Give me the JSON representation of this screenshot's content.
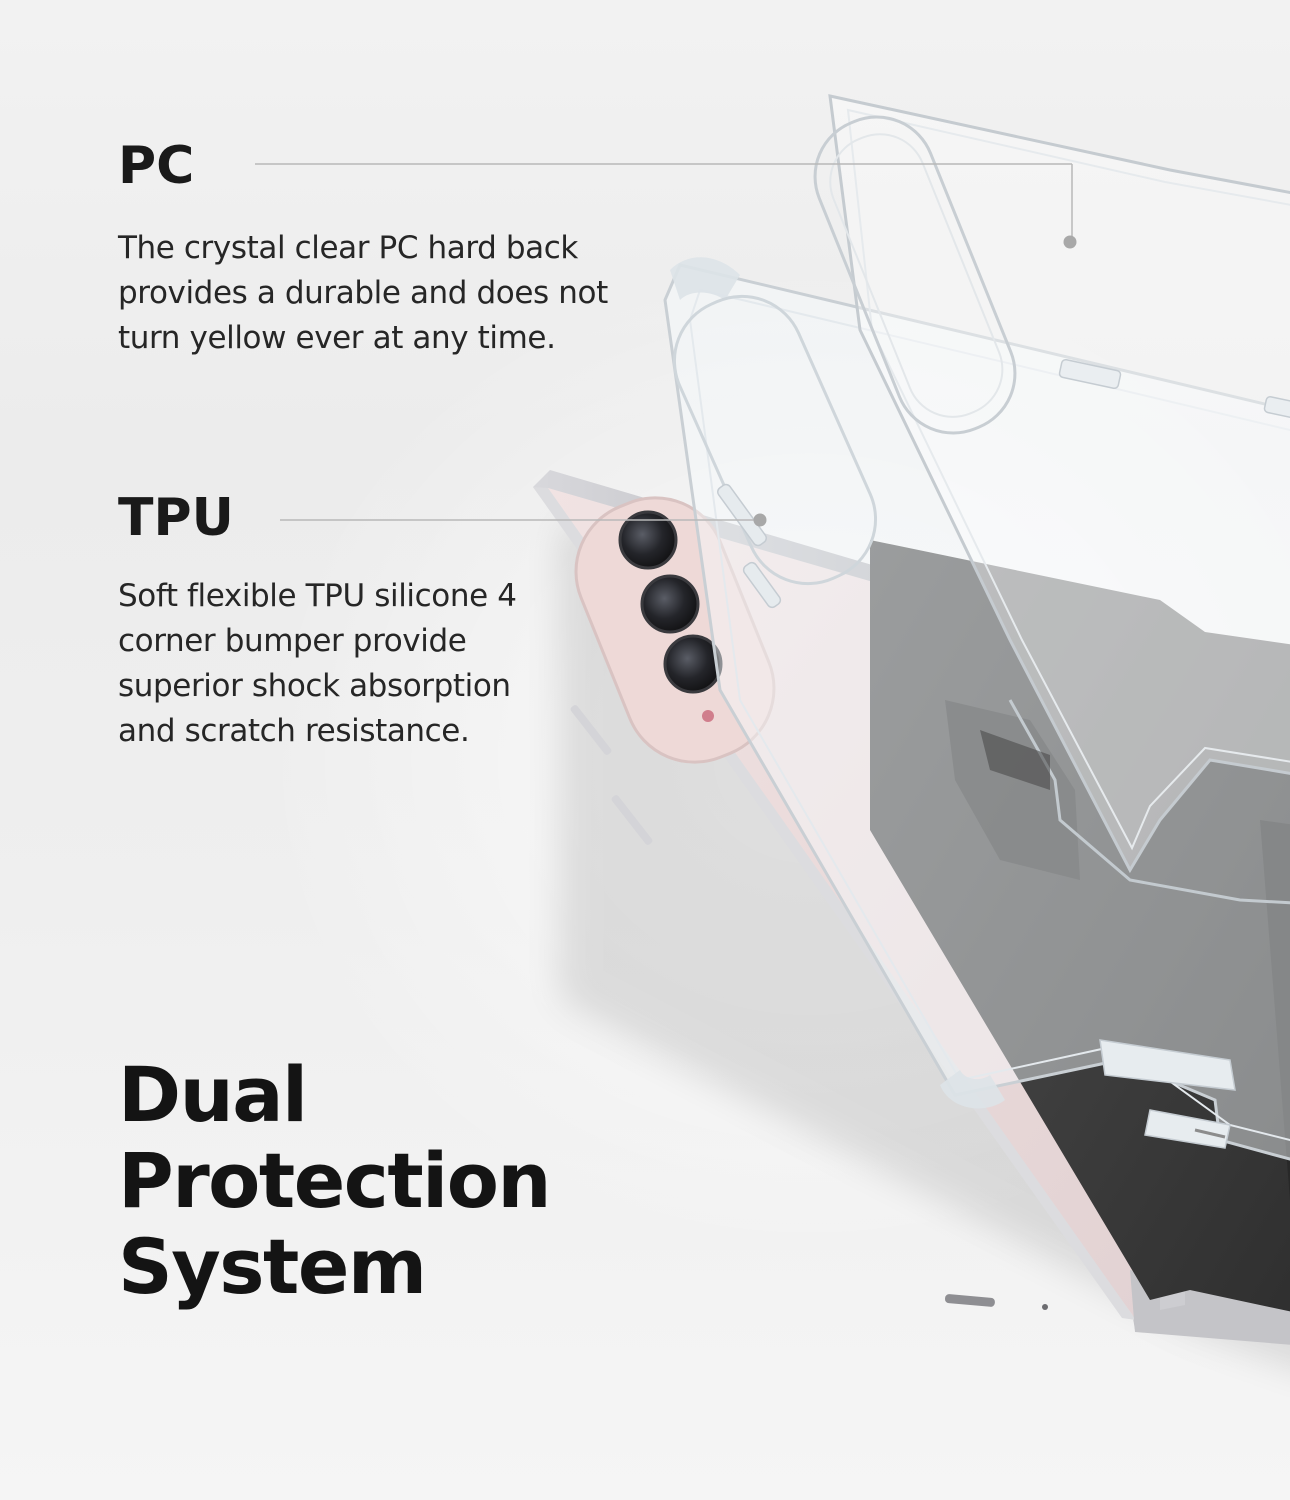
{
  "pc": {
    "title": "PC",
    "description": "The crystal clear PC hard back provides a durable and does not turn yellow ever at any time."
  },
  "tpu": {
    "title": "TPU",
    "description": "Soft flexible TPU silicone 4 corner bumper provide superior shock absorption and scratch resistance."
  },
  "headline": {
    "line1": "Dual",
    "line2": "Protection",
    "line3": "System"
  },
  "colors": {
    "background": "#efefef",
    "text": "#1a1a1a",
    "phone_body": "#ecdcdc",
    "phone_frame": "#c8c8cc",
    "camera_lens": "#2a2a2e",
    "inner_screen": "#3c3c3c",
    "clear_case": "#f4f7f9",
    "leader_line": "#b8b8b8"
  },
  "icons": [
    "phone-illustration",
    "clear-case-illustration",
    "pc-back-plate-illustration"
  ]
}
